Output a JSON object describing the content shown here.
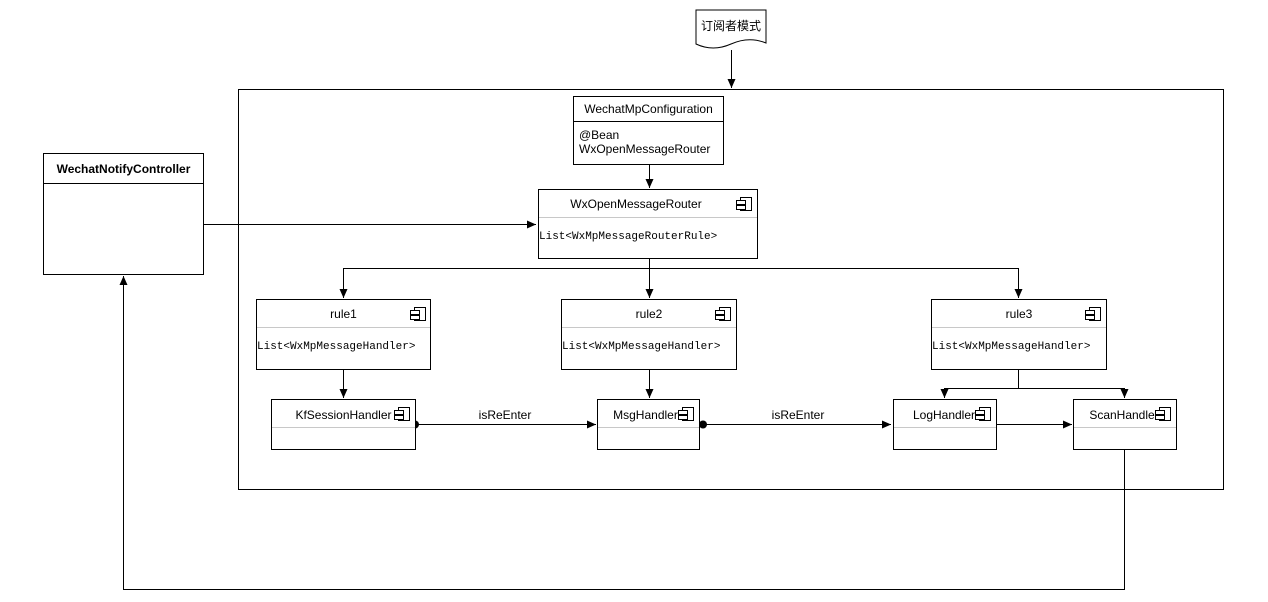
{
  "note": {
    "label": "订阅者模式"
  },
  "controller": {
    "title": "WechatNotifyController"
  },
  "config": {
    "title": "WechatMpConfiguration",
    "line1": "@Bean",
    "line2": "WxOpenMessageRouter"
  },
  "router": {
    "title": "WxOpenMessageRouter",
    "field": "List<WxMpMessageRouterRule>"
  },
  "rules": [
    {
      "title": "rule1",
      "field": "List<WxMpMessageHandler>"
    },
    {
      "title": "rule2",
      "field": "List<WxMpMessageHandler>"
    },
    {
      "title": "rule3",
      "field": "List<WxMpMessageHandler>"
    }
  ],
  "handlers": [
    {
      "title": "KfSessionHandler"
    },
    {
      "title": "MsgHandler"
    },
    {
      "title": "LogHandler"
    },
    {
      "title": "ScanHandler"
    }
  ],
  "edges": {
    "reenter_1": "isReEnter",
    "reenter_2": "isReEnter"
  }
}
